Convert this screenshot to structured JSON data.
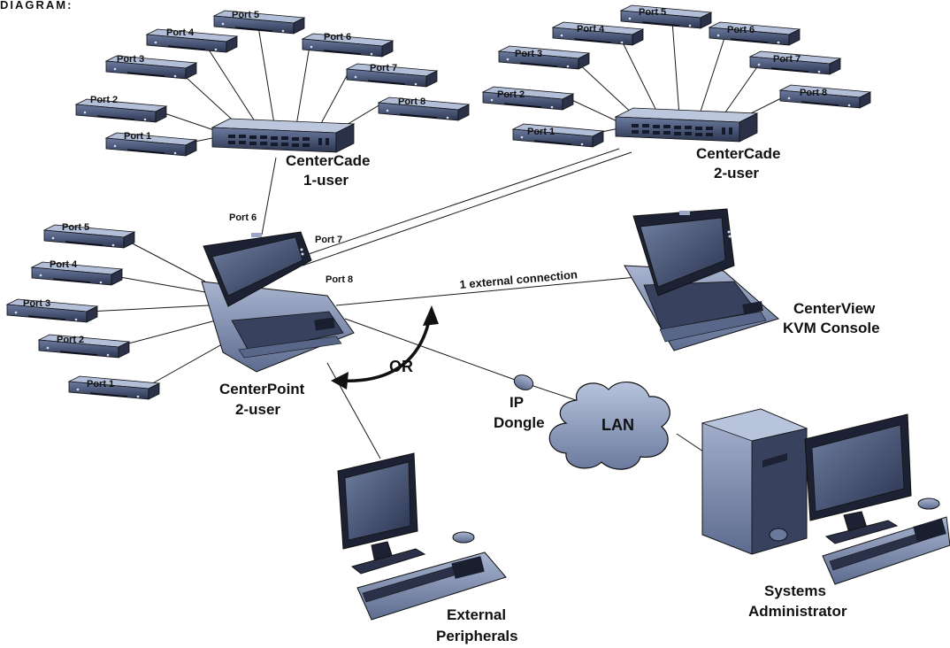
{
  "header": {
    "text": "DIAGRAM:"
  },
  "colors": {
    "device_face": "#4a5a7a",
    "device_top": "#9aa8c8",
    "device_dark": "#1c2233",
    "cloud": "#8f9fc0",
    "screen": "#3e4a66",
    "line": "#1a1a1a"
  },
  "centercade1": {
    "name_line1": "CenterCade",
    "name_line2": "1-user",
    "ports": [
      "Port 1",
      "Port 2",
      "Port 3",
      "Port 4",
      "Port 5",
      "Port 6",
      "Port 7",
      "Port 8"
    ]
  },
  "centercade2": {
    "name_line1": "CenterCade",
    "name_line2": "2-user",
    "ports": [
      "Port 1",
      "Port 2",
      "Port 3",
      "Port 4",
      "Port 5",
      "Port 6",
      "Port 7",
      "Port 8"
    ]
  },
  "centerpoint": {
    "name_line1": "CenterPoint",
    "name_line2": "2-user",
    "ports": [
      "Port 5",
      "Port 4",
      "Port 3",
      "Port 2",
      "Port 1"
    ],
    "port6": "Port 6",
    "port7": "Port 7",
    "port8": "Port 8"
  },
  "external_connection": "1 external connection",
  "centerview": {
    "name_line1": "CenterView",
    "name_line2": "KVM Console"
  },
  "or_label": "OR",
  "ip_dongle": {
    "line1": "IP",
    "line2": "Dongle"
  },
  "lan": "LAN",
  "peripherals": {
    "line1": "External",
    "line2": "Peripherals"
  },
  "admin": {
    "line1": "Systems",
    "line2": "Administrator"
  }
}
